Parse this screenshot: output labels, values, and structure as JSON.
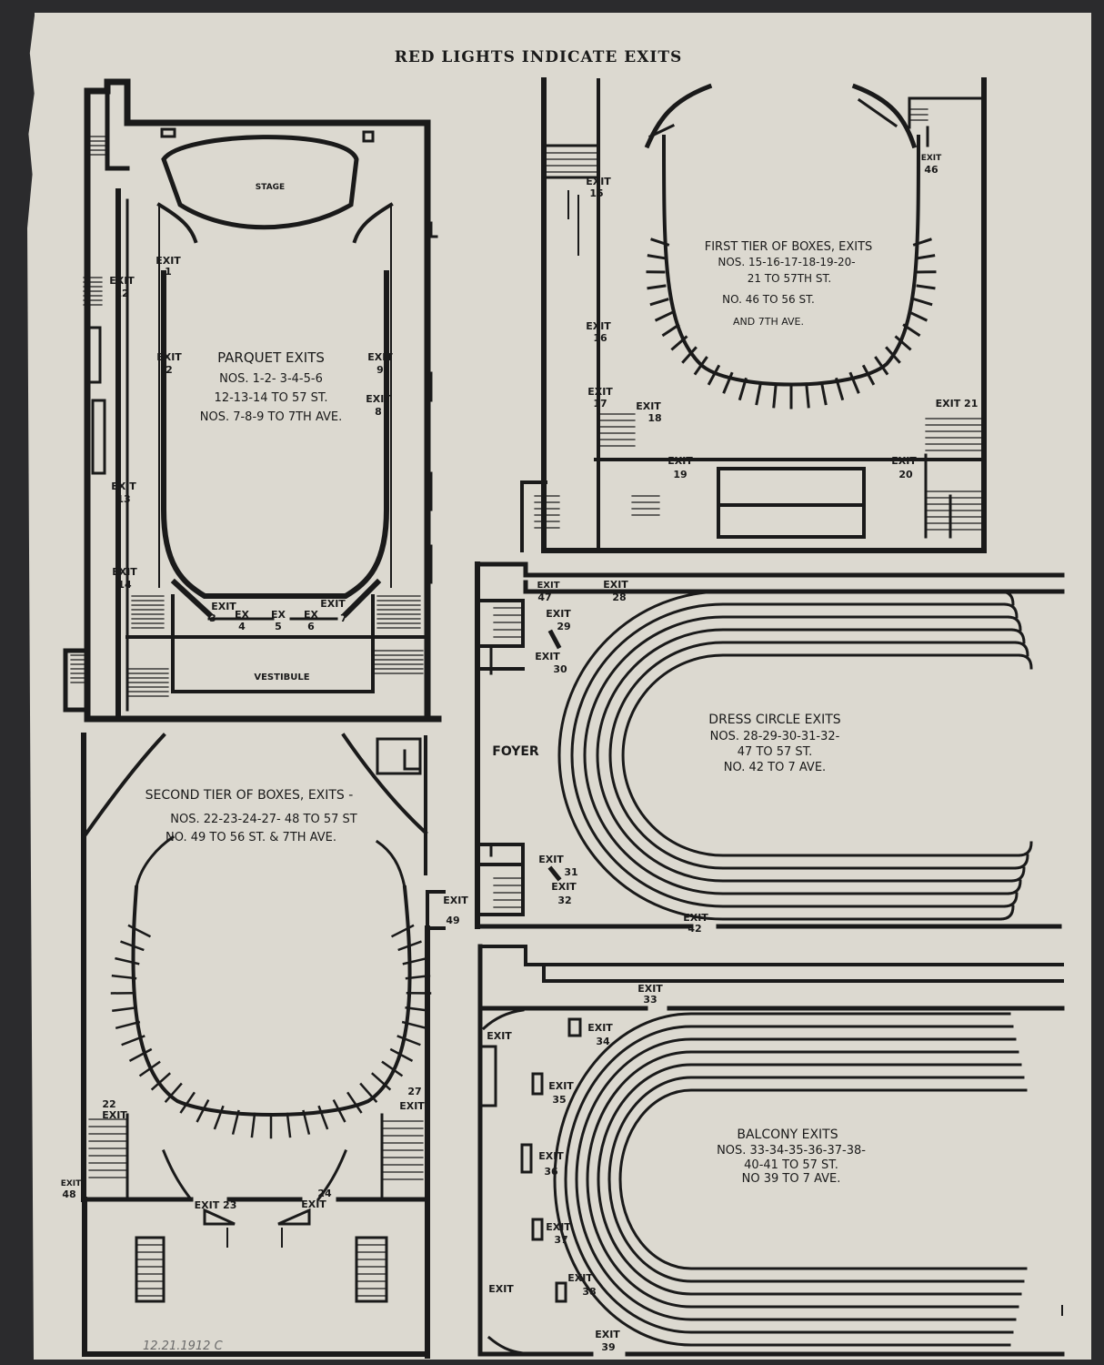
{
  "header": {
    "title": "RED LIGHTS INDICATE EXITS"
  },
  "parquet": {
    "stage": "STAGE",
    "vestibule": "VESTIBULE",
    "caption": [
      "PARQUET EXITS",
      "NOS. 1-2- 3-4-5-6",
      "12-13-14 TO 57 ST.",
      "NOS. 7-8-9 TO 7TH AVE."
    ],
    "exits": {
      "e1": [
        "EXIT",
        "1"
      ],
      "e2": [
        "EXIT",
        "2"
      ],
      "e9": [
        "EXIT",
        "9"
      ],
      "e8": [
        "EXIT",
        "8"
      ],
      "e12": [
        "EXIT",
        "12"
      ],
      "e13": [
        "EXIT",
        "13"
      ],
      "e14": [
        "EXIT",
        "14"
      ],
      "e3": [
        "EXIT",
        "3"
      ],
      "e4": [
        "EX",
        "4"
      ],
      "e5": [
        "EX",
        "5"
      ],
      "e6": [
        "EX",
        "6"
      ],
      "e7": [
        "EXIT",
        "7"
      ]
    }
  },
  "first_tier": {
    "caption": [
      "FIRST TIER OF BOXES, EXITS",
      "NOS. 15-16-17-18-19-20-",
      "21 TO 57TH ST.",
      "NO. 46 TO 56 ST.",
      "AND 7TH AVE."
    ],
    "exits": {
      "e15": [
        "EXIT",
        "15"
      ],
      "e16": [
        "EXIT",
        "16"
      ],
      "e17": [
        "EXIT",
        "17"
      ],
      "e18": [
        "EXIT",
        "18"
      ],
      "e19": [
        "EXIT",
        "19"
      ],
      "e20": [
        "EXIT",
        "20"
      ],
      "e21": [
        "EXIT 21",
        ""
      ],
      "e46": [
        "EXIT",
        "46"
      ]
    }
  },
  "dress_circle": {
    "foyer": "FOYER",
    "caption": [
      "DRESS CIRCLE EXITS",
      "NOS. 28-29-30-31-32-",
      "47 TO 57 ST.",
      "NO. 42 TO 7 AVE."
    ],
    "exits": {
      "e47": [
        "EXIT",
        "47"
      ],
      "e28": [
        "EXIT",
        "28"
      ],
      "e29": [
        "EXIT",
        "29"
      ],
      "e30": [
        "EXIT",
        "30"
      ],
      "e31": [
        "EXIT",
        "31"
      ],
      "e32": [
        "EXIT",
        "32"
      ],
      "e42": [
        "EXIT",
        "42"
      ]
    }
  },
  "second_tier": {
    "caption": [
      "SECOND TIER OF BOXES, EXITS -",
      "NOS. 22-23-24-27- 48 TO 57 ST",
      "NO. 49 TO 56 ST. & 7TH AVE."
    ],
    "exits": {
      "e49": [
        "EXIT",
        "49"
      ],
      "e22": [
        "22",
        "EXIT"
      ],
      "e27": [
        "27",
        "EXIT"
      ],
      "e48": [
        "EXIT",
        "48"
      ],
      "e23": [
        "EXIT 23",
        ""
      ],
      "e24": [
        "24",
        "EXIT"
      ]
    }
  },
  "balcony": {
    "caption": [
      "BALCONY EXITS",
      "NOS. 33-34-35-36-37-38-",
      "40-41 TO 57 ST.",
      "NO 39 TO 7 AVE."
    ],
    "exits": {
      "e33": [
        "EXIT",
        "33"
      ],
      "e34": [
        "EXIT",
        "34"
      ],
      "e35": [
        "EXIT",
        "35"
      ],
      "e36": [
        "EXIT",
        "36"
      ],
      "e37": [
        "EXIT",
        "37"
      ],
      "e38": [
        "EXIT",
        "38"
      ],
      "e39": [
        "EXIT",
        "39"
      ],
      "eL1": [
        "EXIT",
        ""
      ],
      "eL2": [
        "EXIT",
        ""
      ]
    }
  },
  "pencil_note": "12.21.1912 C"
}
